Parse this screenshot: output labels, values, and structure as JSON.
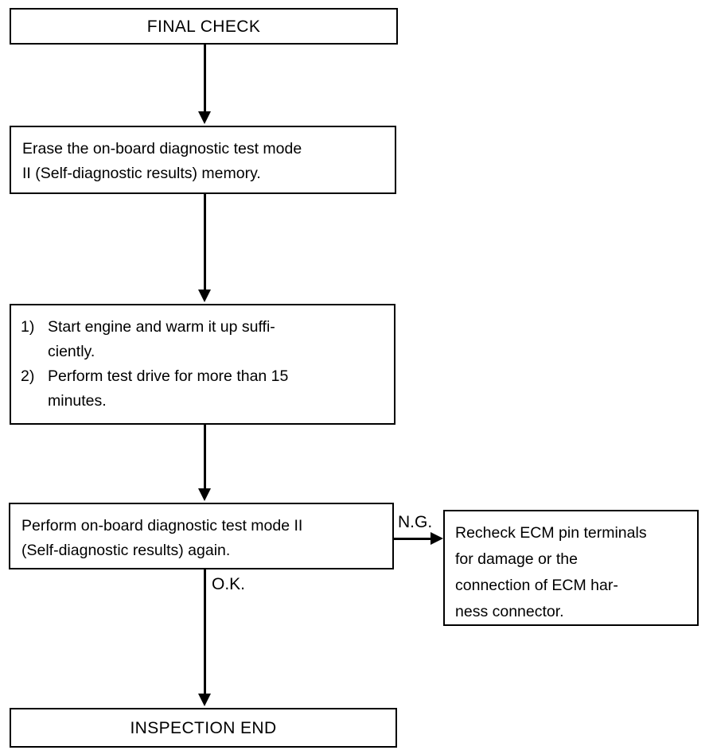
{
  "diagram": {
    "type": "flowchart",
    "title": "FINAL CHECK",
    "nodes": [
      {
        "id": "final-check",
        "shape": "terminal",
        "text": "FINAL CHECK"
      },
      {
        "id": "erase-memory",
        "shape": "process",
        "text": "Erase the on-board diagnostic test mode\nII (Self-diagnostic results) memory."
      },
      {
        "id": "start-engine-test-drive",
        "shape": "process-list",
        "items": [
          {
            "marker": "1)",
            "text": "Start engine and warm it up suffi-\nciently."
          },
          {
            "marker": "2)",
            "text": "Perform test drive for more than 15\nminutes."
          }
        ]
      },
      {
        "id": "perform-diagnostic-again",
        "shape": "process",
        "text": "Perform on-board diagnostic test mode II\n(Self-diagnostic results) again."
      },
      {
        "id": "recheck-ecm",
        "shape": "process",
        "text": "Recheck ECM pin terminals\nfor damage or the\nconnection of ECM har-\nness connector."
      },
      {
        "id": "inspection-end",
        "shape": "terminal",
        "text": "INSPECTION END"
      }
    ],
    "edge_labels": {
      "ng": "N.G.",
      "ok": "O.K."
    }
  }
}
